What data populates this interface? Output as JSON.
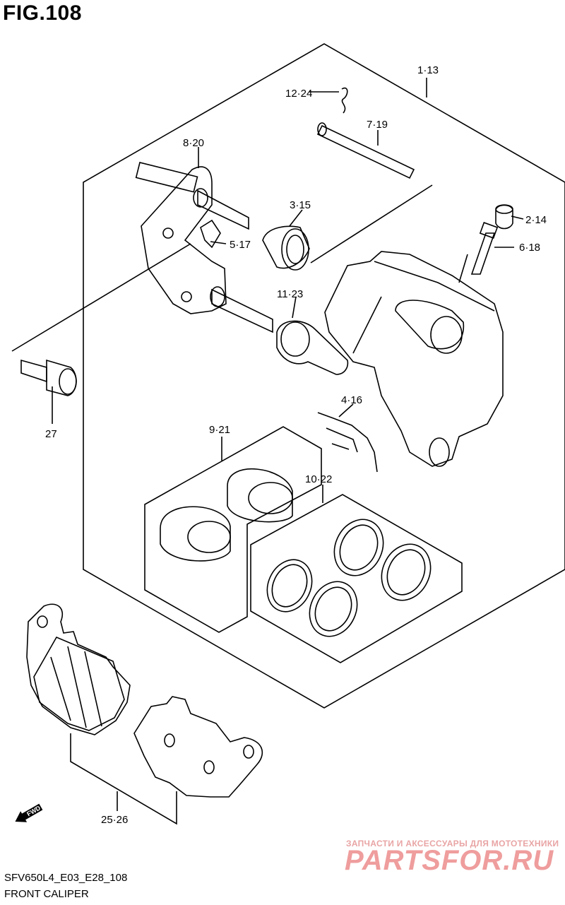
{
  "figure": {
    "title": "FIG.108"
  },
  "callouts": {
    "c1": "1·13",
    "c2": "2·14",
    "c3": "3·15",
    "c4": "4·16",
    "c5": "5·17",
    "c6": "6·18",
    "c7": "7·19",
    "c8": "8·20",
    "c9": "9·21",
    "c10": "10·22",
    "c11": "11·23",
    "c12": "12·24",
    "c25": "25·26",
    "c27": "27"
  },
  "fwd_label": "FWD",
  "watermark": {
    "tagline": "ЗАПЧАСТИ И АКСЕССУАРЫ ДЛЯ МОТОТЕХНИКИ",
    "brand": "PARTSFOR.RU"
  },
  "footer": {
    "model_code": "SFV650L4_E03_E28_108",
    "section_name": "FRONT CALIPER"
  }
}
